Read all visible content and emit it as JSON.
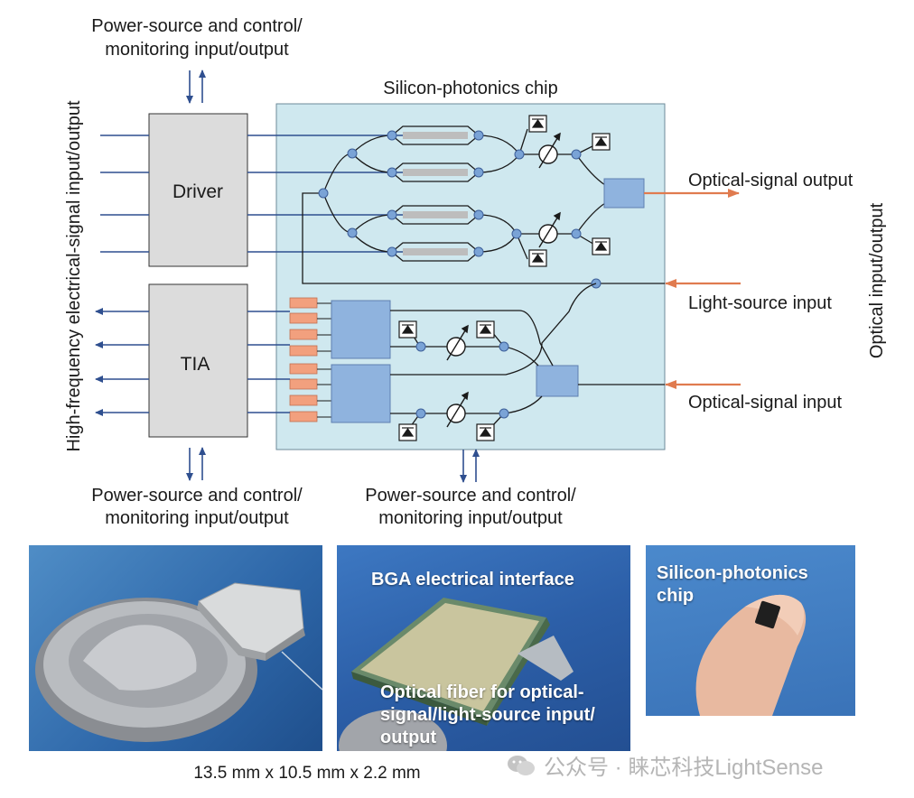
{
  "diagram": {
    "chip_title": "Silicon-photonics chip",
    "driver_label": "Driver",
    "tia_label": "TIA",
    "power_top": [
      "Power-source and control/",
      "monitoring input/output"
    ],
    "power_bottom_left": [
      "Power-source and control/",
      "monitoring input/output"
    ],
    "power_bottom_center": [
      "Power-source and control/",
      "monitoring input/output"
    ],
    "hf_label": "High-frequency electrical-signal input/output",
    "optical_io_label": "Optical input/output",
    "optical_signal_output": "Optical-signal output",
    "light_source_input": "Light-source input",
    "optical_signal_input": "Optical-signal input",
    "colors": {
      "chip_fill": "#cfe8ef",
      "block_fill": "#dcdcdc",
      "component_blue": "#8fb3de",
      "pad_orange": "#f2a07e",
      "arrow_orange": "#e07b4f",
      "arrow_blue": "#2f4f8f"
    }
  },
  "photos": {
    "package_dimensions": "13.5 mm x 10.5 mm x 2.2 mm",
    "bga_caption": "BGA electrical interface",
    "fiber_caption": [
      "Optical fiber for optical-",
      "signal/light-source input/",
      "output"
    ],
    "finger_caption": [
      "Silicon-photonics",
      "chip"
    ]
  },
  "watermark": "公众号 · 睐芯科技LightSense"
}
